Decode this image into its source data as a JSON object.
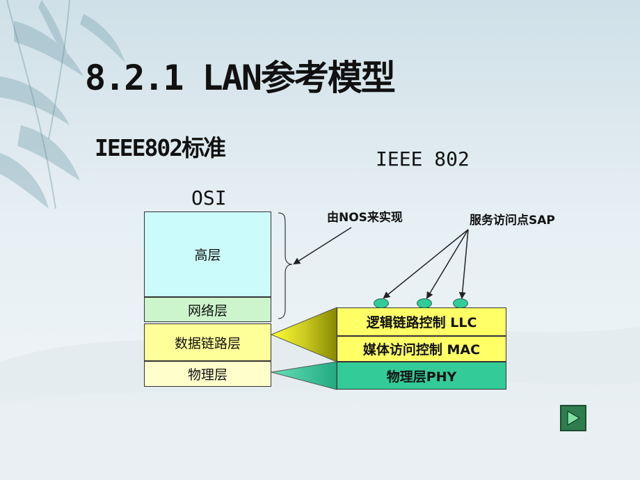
{
  "slide": {
    "title": "8.2.1 LAN参考模型",
    "subtitle": "IEEE802标准"
  },
  "labels": {
    "ieee": "IEEE 802",
    "osi": "OSI",
    "nos_note": "由NOS来实现",
    "sap_note": "服务访问点SAP"
  },
  "osi_layers": {
    "high": "高层",
    "network": "网络层",
    "datalink": "数据链路层",
    "physical": "物理层"
  },
  "ieee_layers": {
    "llc": "逻辑链路控制 LLC",
    "mac": "媒体访问控制 MAC",
    "phy": "物理层PHY"
  },
  "colors": {
    "llc_mac_fill": "#ffff66",
    "phy_fill": "#33cc99",
    "high_fill": "#ccfbfb",
    "network_fill": "#ccf5cc",
    "datalink_fill": "#ffff99",
    "physical_fill": "#ffffcc"
  },
  "nav": {
    "icon": "play-next-icon"
  }
}
